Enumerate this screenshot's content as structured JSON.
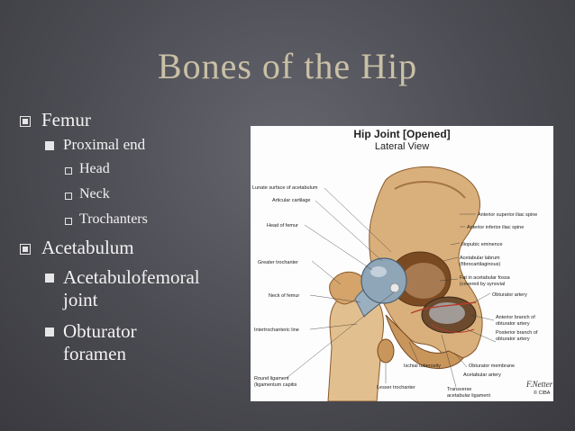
{
  "slide": {
    "title": "Bones of the Hip",
    "bullets": [
      {
        "text": "Femur"
      },
      {
        "text": "Proximal end"
      },
      {
        "text": "Head"
      },
      {
        "text": "Neck"
      },
      {
        "text": "Trochanters"
      },
      {
        "text": "Acetabulum"
      },
      {
        "text": "Acetabulofemoral"
      },
      {
        "text": "joint"
      },
      {
        "text": "Obturator"
      },
      {
        "text": "foramen"
      }
    ]
  },
  "figure": {
    "title": "Hip Joint [Opened]",
    "subtitle": "Lateral View",
    "labels_left": [
      "Lunate surface of acetabulum",
      "Articular cartilage",
      "Head of femur",
      "Greater trochanter",
      "Neck of femur",
      "Intertrochanteric line",
      "Round ligament",
      "(ligamentum capitis"
    ],
    "labels_right": [
      "Anterior superior iliac spine",
      "Anterior inferior iliac spine",
      "Iliopubic eminence",
      "Acetabular labrum",
      "(fibrocartilaginous)",
      "Fat in acetabular fossa",
      "(covered by synovial",
      "Obturator artery",
      "Anterior branch of",
      "obturator artery",
      "Posterior branch of",
      "obturator artery",
      "Obturator membrane",
      "Acetabular artery"
    ],
    "labels_bottom": [
      "Ischial tuberosity",
      "Lesser trochanter",
      "Transverse",
      "acetabular ligament"
    ],
    "signature": "F.Netter",
    "copyright": "© CIBA"
  }
}
